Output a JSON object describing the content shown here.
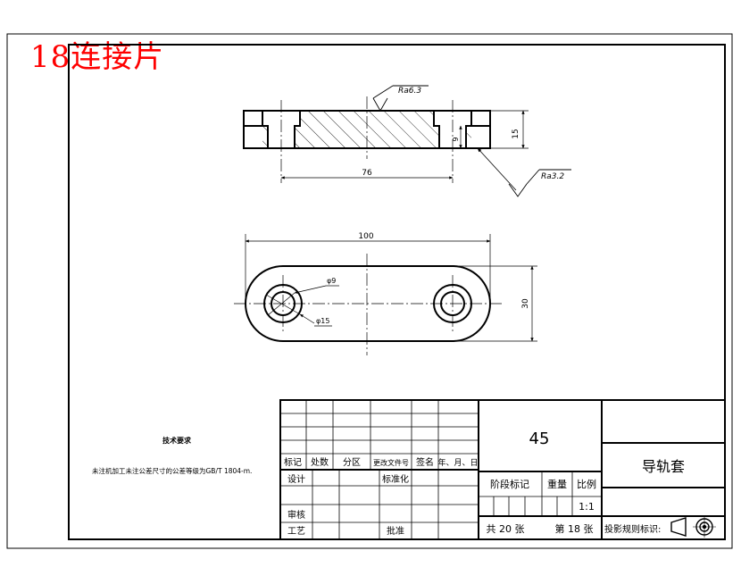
{
  "title": "18连接片",
  "roughness": {
    "top": "Ra6.3",
    "side": "Ra3.2"
  },
  "dimensions": {
    "thickness": "15",
    "counterbore_depth": "9",
    "hole_spacing": "76",
    "overall_length": "100",
    "width": "30",
    "small_diameter": "φ9",
    "large_diameter": "φ15"
  },
  "notes": {
    "heading": "技术要求",
    "text": "未注机加工未注公差尺寸的公差等级为GB/T 1804-m."
  },
  "title_block": {
    "material": "45",
    "part_name": "导轨套",
    "headers": [
      "标记",
      "处数",
      "分区",
      "更改文件号",
      "签名",
      "年、月、日"
    ],
    "design": "设计",
    "standardization": "标准化",
    "review": "审核",
    "process": "工艺",
    "approve": "批准",
    "stage_mark": "阶段标记",
    "weight": "重量",
    "scale_label": "比例",
    "scale": "1:1",
    "total_sheets": "共 20 张",
    "sheet_no": "第 18 张",
    "projection": "投影规则标识:"
  }
}
